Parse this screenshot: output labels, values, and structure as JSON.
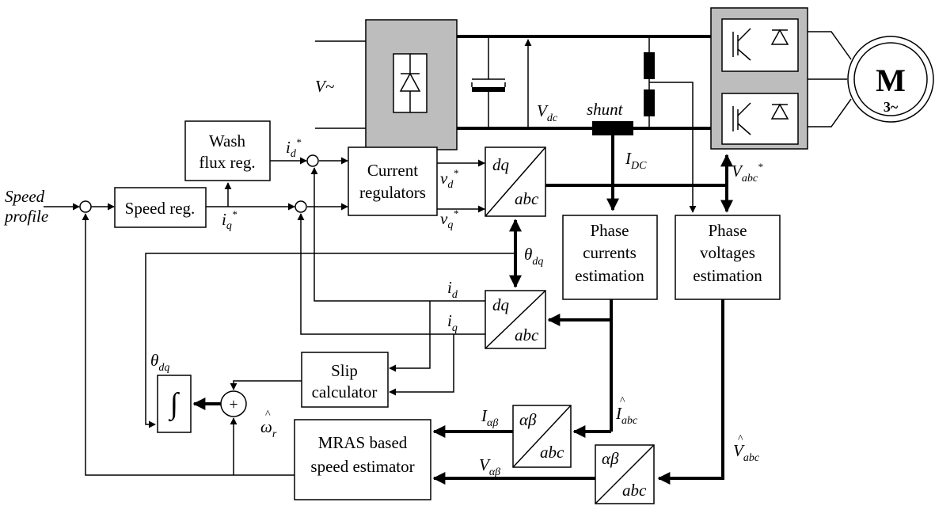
{
  "blocks": {
    "wash_flux": [
      "Wash",
      "flux reg."
    ],
    "speed_reg": "Speed reg.",
    "current_reg": [
      "Current",
      "regulators"
    ],
    "phase_currents": [
      "Phase",
      "currents",
      "estimation"
    ],
    "phase_voltages": [
      "Phase",
      "voltages",
      "estimation"
    ],
    "slip_calc": [
      "Slip",
      "calculator"
    ],
    "mras": [
      "MRAS based",
      "speed estimator"
    ],
    "integrator": "∫",
    "motor": {
      "letter": "M",
      "phase": "3~"
    },
    "summer": "+"
  },
  "transforms": {
    "dq": "dq",
    "abc": "abc",
    "alphabeta": "αβ"
  },
  "signals": {
    "v_tilde": "V~",
    "vdc": {
      "main": "V",
      "sub": "dc"
    },
    "shunt": "shunt",
    "idc": {
      "main": "I",
      "sub": "DC"
    },
    "vabc_ref": {
      "main": "V",
      "sub": "abc",
      "sup": "*"
    },
    "id_ref": {
      "main": "i",
      "sub": "d",
      "sup": "*"
    },
    "iq_ref": {
      "main": "i",
      "sub": "q",
      "sup": "*"
    },
    "vd_ref": {
      "main": "v",
      "sub": "d",
      "sup": "*"
    },
    "vq_ref": {
      "main": "v",
      "sub": "q",
      "sup": "*"
    },
    "theta_dq": {
      "main": "θ",
      "sub": "dq"
    },
    "id": {
      "main": "i",
      "sub": "d"
    },
    "iq": {
      "main": "i",
      "sub": "q"
    },
    "theta_dq_left": {
      "main": "θ",
      "sub": "dq"
    },
    "omega_r": {
      "main": "ω",
      "sub": "r",
      "hat": "^"
    },
    "i_abc_hat": {
      "main": "I",
      "sub": "abc",
      "hat": "^"
    },
    "v_abc_hat": {
      "main": "V",
      "sub": "abc",
      "hat": "^"
    },
    "i_ab": {
      "main": "I",
      "sub": "αβ"
    },
    "v_ab": {
      "main": "V",
      "sub": "αβ"
    },
    "speed_profile": [
      "Speed",
      "profile"
    ]
  }
}
